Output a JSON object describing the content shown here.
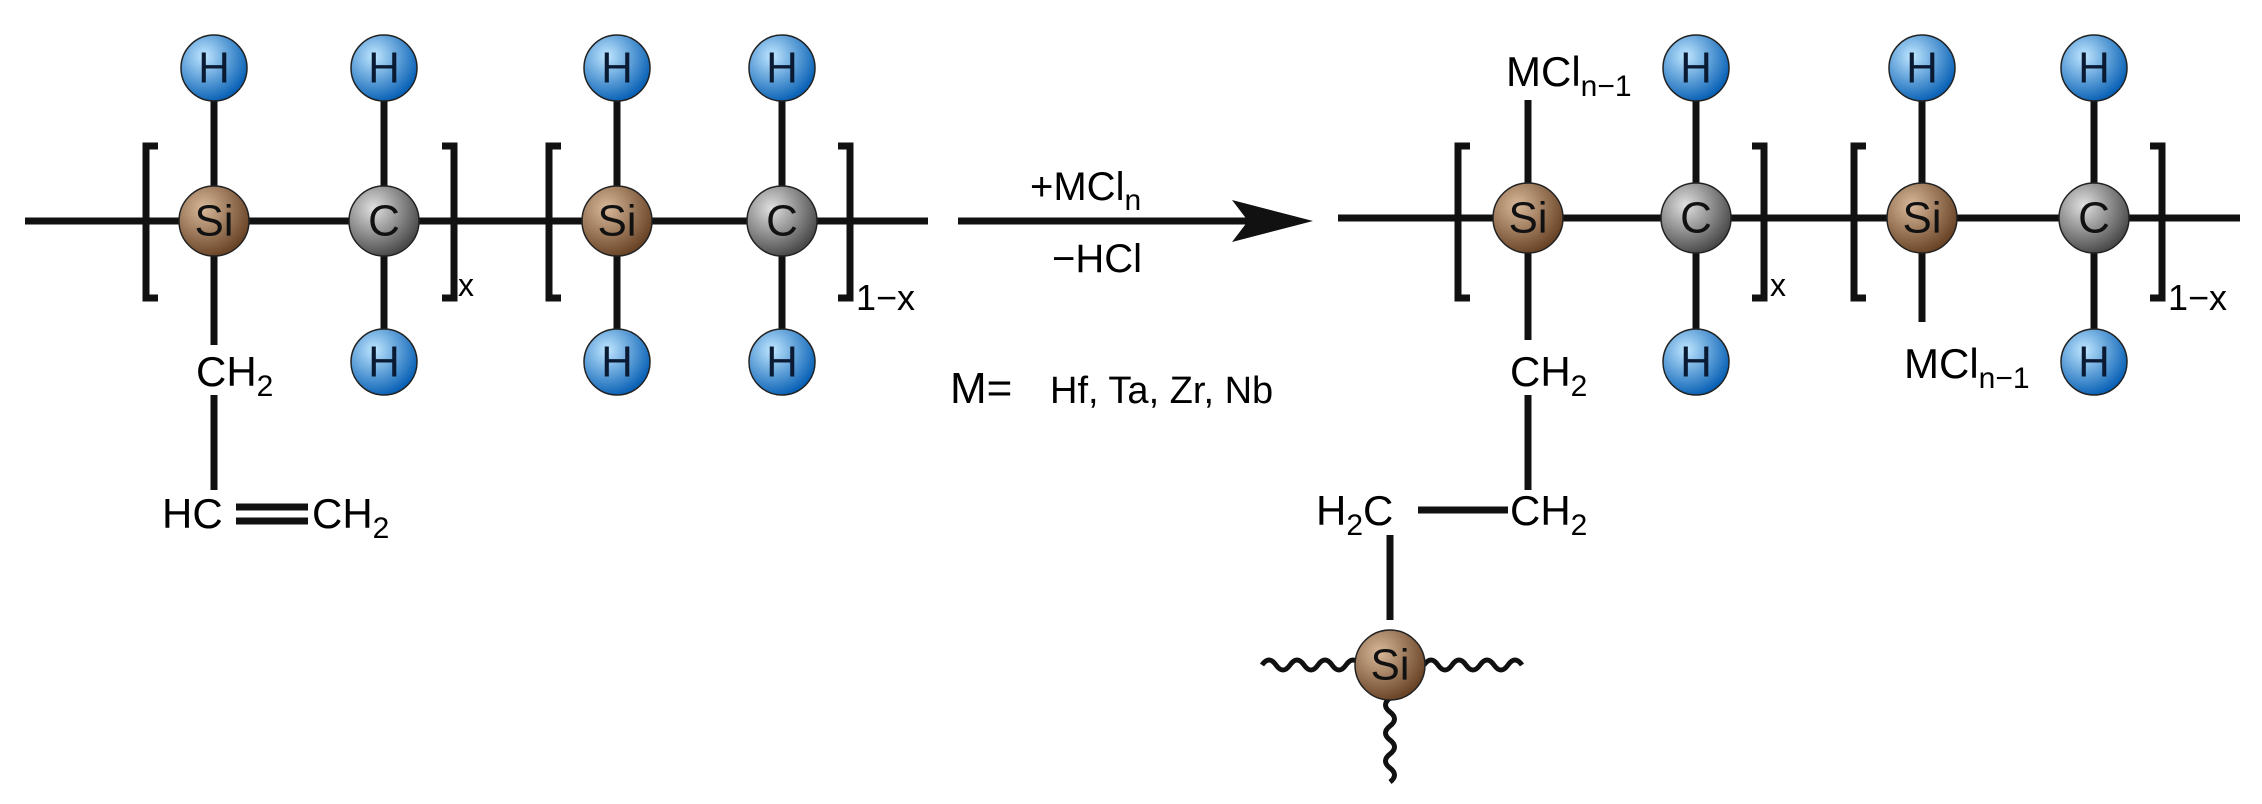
{
  "atoms": {
    "si": "Si",
    "c": "C",
    "h": "H"
  },
  "colors": {
    "bond": "#111111",
    "si_light": "#d8b89a",
    "si_dark": "#6a4426",
    "c_light": "#e0e0e0",
    "c_dark": "#4a4a4a",
    "h_light": "#bfe6ff",
    "h_dark": "#0a62b6"
  },
  "left": {
    "sub_x": "x",
    "sub_1x": "1−x",
    "ch2": {
      "main": "CH",
      "sub": "2"
    },
    "vinyl_hc": "HC",
    "vinyl_ch2": {
      "main": "CH",
      "sub": "2"
    }
  },
  "arrow": {
    "above": {
      "main": "+MCl",
      "sub": "n"
    },
    "below": "−HCl",
    "metals_label": "M=",
    "metals": "Hf, Ta, Zr, Nb"
  },
  "right": {
    "mcl_top": {
      "main": "MCl",
      "sub": "n−1"
    },
    "mcl_bottom": {
      "main": "MCl",
      "sub": "n−1"
    },
    "sub_x": "x",
    "sub_1x": "1−x",
    "ch2_upper": {
      "main": "CH",
      "sub": "2"
    },
    "h2c": {
      "pre": "H",
      "sub": "2",
      "post": "C"
    },
    "ch2_lower": {
      "main": "CH",
      "sub": "2"
    }
  }
}
